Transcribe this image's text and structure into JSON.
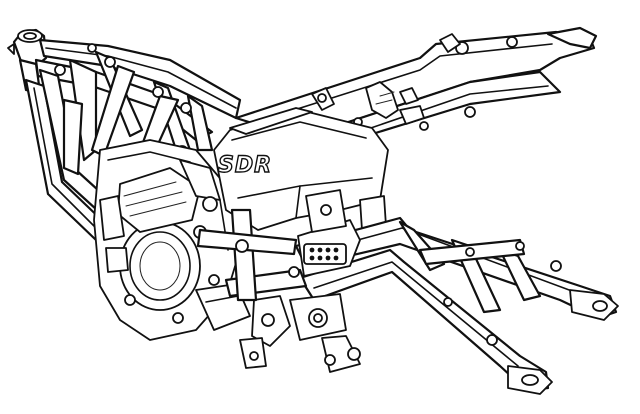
{
  "illustration": {
    "subject": "motorcycle-frame",
    "style": "line-art",
    "stroke_color": "#111111",
    "background_color": "#ffffff"
  },
  "tank_logo": {
    "text": "SDR"
  }
}
